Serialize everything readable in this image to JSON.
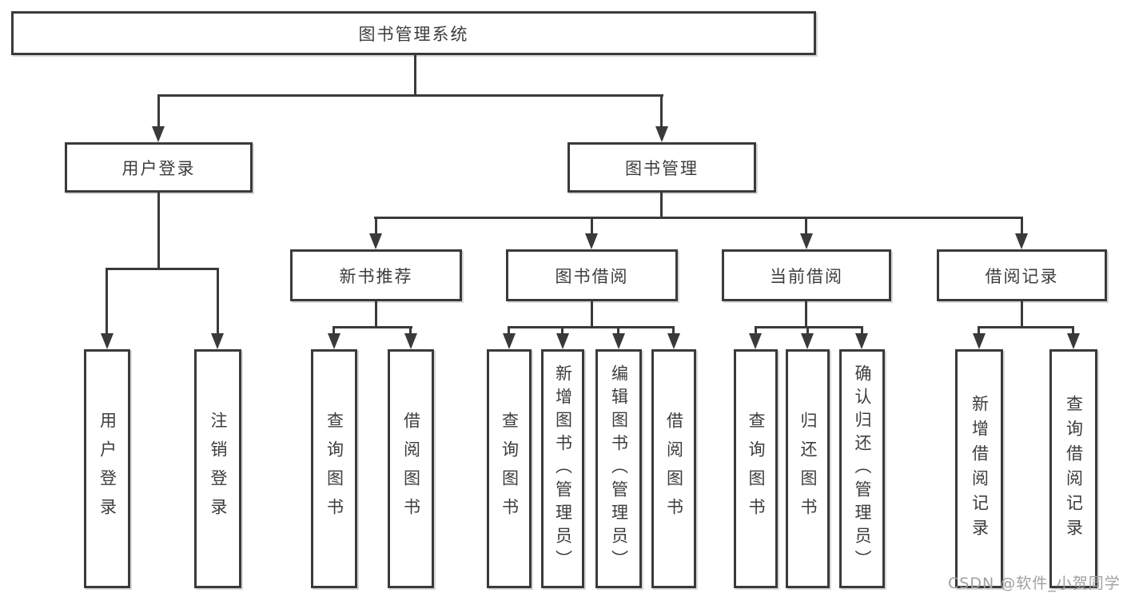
{
  "tree": {
    "root": {
      "label": "图书管理系统"
    },
    "children": [
      {
        "label": "用户登录",
        "children": [
          {
            "label": "用户登录"
          },
          {
            "label": "注销登录"
          }
        ]
      },
      {
        "label": "图书管理",
        "children": [
          {
            "label": "新书推荐",
            "children": [
              {
                "label": "查询图书"
              },
              {
                "label": "借阅图书"
              }
            ]
          },
          {
            "label": "图书借阅",
            "children": [
              {
                "label": "查询图书"
              },
              {
                "label": "新增图书（管理员）"
              },
              {
                "label": "编辑图书（管理员）"
              },
              {
                "label": "借阅图书"
              }
            ]
          },
          {
            "label": "当前借阅",
            "children": [
              {
                "label": "查询图书"
              },
              {
                "label": "归还图书"
              },
              {
                "label": "确认归还（管理员）"
              }
            ]
          },
          {
            "label": "借阅记录",
            "children": [
              {
                "label": "新增借阅记录"
              },
              {
                "label": "查询借阅记录"
              }
            ]
          }
        ]
      }
    ]
  },
  "watermark": {
    "text": "CSDN @软件_小贺同学"
  },
  "colors": {
    "line": "#3a3a3a",
    "box_border": "#3a3a3a",
    "text": "#3d3d3d",
    "watermark": "#a0a0a0",
    "background": "#ffffff"
  }
}
